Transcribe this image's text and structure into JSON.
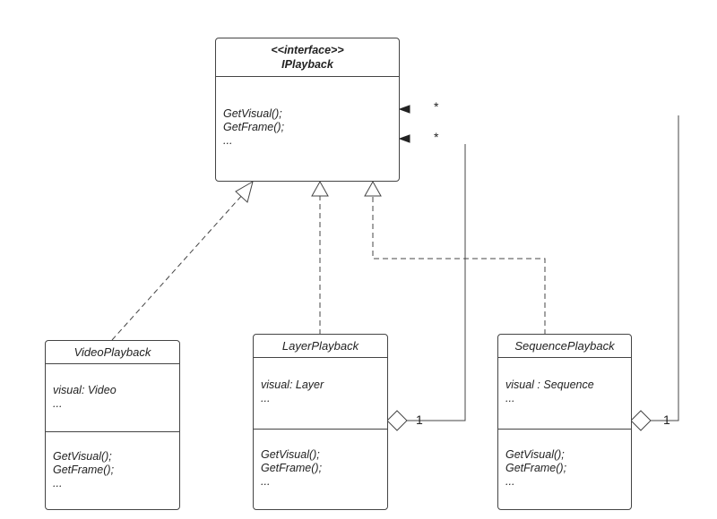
{
  "interface": {
    "stereotype": "<<interface>>",
    "name": "IPlayback",
    "methods": [
      "GetVisual();",
      "GetFrame();",
      "..."
    ]
  },
  "classes": {
    "video": {
      "name": "VideoPlayback",
      "attributes": [
        "visual: Video",
        "..."
      ],
      "methods": [
        "GetVisual();",
        "GetFrame();",
        "..."
      ]
    },
    "layer": {
      "name": "LayerPlayback",
      "attributes": [
        "visual: Layer",
        "..."
      ],
      "methods": [
        "GetVisual();",
        "GetFrame();",
        "..."
      ]
    },
    "sequence": {
      "name": "SequencePlayback",
      "attributes": [
        "visual : Sequence",
        "..."
      ],
      "methods": [
        "GetVisual();",
        "GetFrame();",
        "..."
      ]
    }
  },
  "associations": {
    "layer": {
      "source_multiplicity": "1",
      "target_multiplicity": "*"
    },
    "sequence": {
      "source_multiplicity": "1",
      "target_multiplicity": "*"
    }
  },
  "colors": {
    "line": "#444444",
    "background": "#ffffff"
  }
}
